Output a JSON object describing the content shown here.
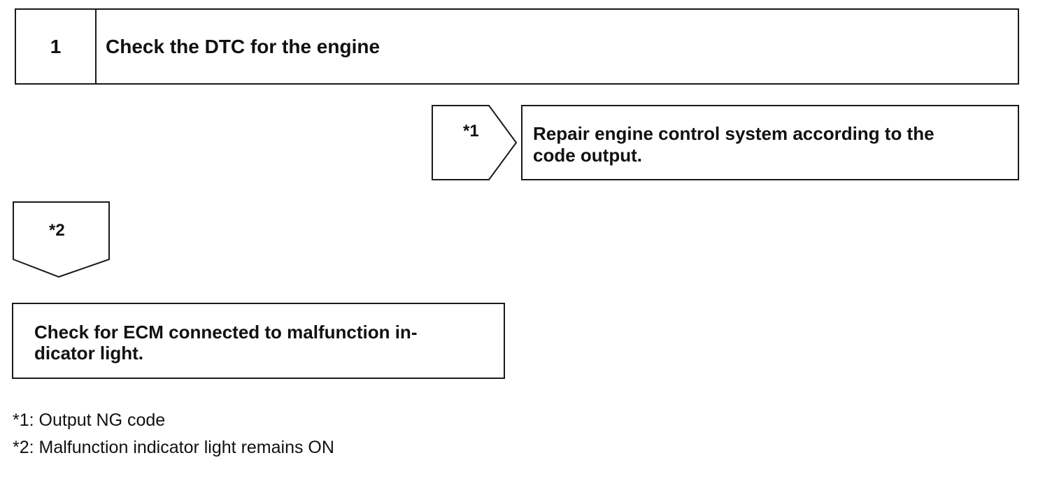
{
  "step": {
    "number": "1",
    "title": "Check the DTC for the engine"
  },
  "branch_right": {
    "label": "*1",
    "action_line1": "Repair engine control system according to the",
    "action_line2": "code output."
  },
  "branch_down": {
    "label": "*2",
    "next_line1": "Check for ECM connected to malfunction in-",
    "next_line2": "dicator light."
  },
  "notes": [
    "*1: Output NG code",
    "*2: Malfunction indicator light remains ON"
  ]
}
